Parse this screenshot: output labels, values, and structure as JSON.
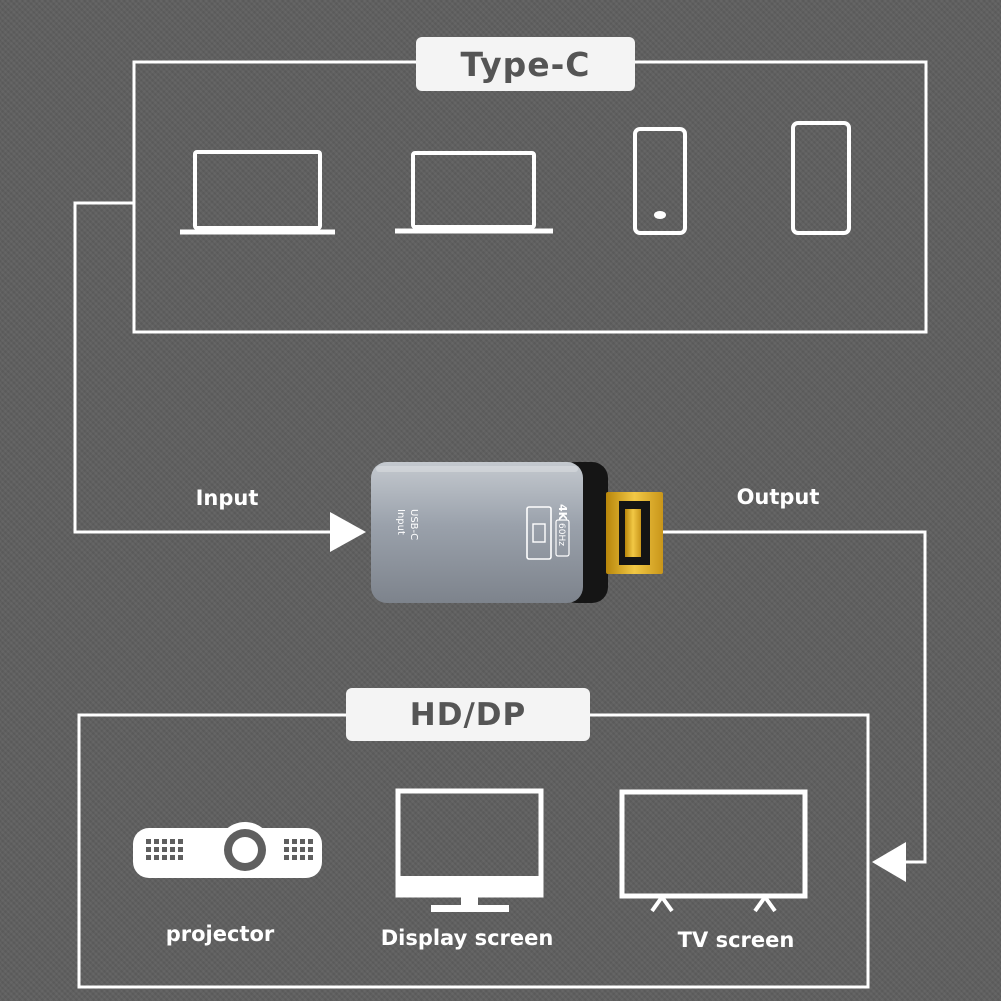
{
  "groups": {
    "source": {
      "title": "Type-C"
    },
    "sink": {
      "title": "HD/DP"
    }
  },
  "flow": {
    "input_label": "Input",
    "output_label": "Output"
  },
  "adapter": {
    "input_port_label": "USB-C\nInput",
    "resolution_badge": "4K",
    "refresh_badge": "60Hz"
  },
  "source_devices": [
    {
      "icon": "laptop-icon"
    },
    {
      "icon": "laptop-icon"
    },
    {
      "icon": "phone-icon"
    },
    {
      "icon": "tablet-icon"
    }
  ],
  "sink_devices": [
    {
      "icon": "projector-icon",
      "label": "projector"
    },
    {
      "icon": "monitor-icon",
      "label": "Display screen"
    },
    {
      "icon": "tv-icon",
      "label": "TV screen"
    }
  ],
  "colors": {
    "background": "#5f5f5f",
    "line": "#ffffff",
    "title_box": "#f4f4f4",
    "title_text": "#555555",
    "adapter_body": "#9aa1ab",
    "connector_gold": "#d9a820"
  }
}
